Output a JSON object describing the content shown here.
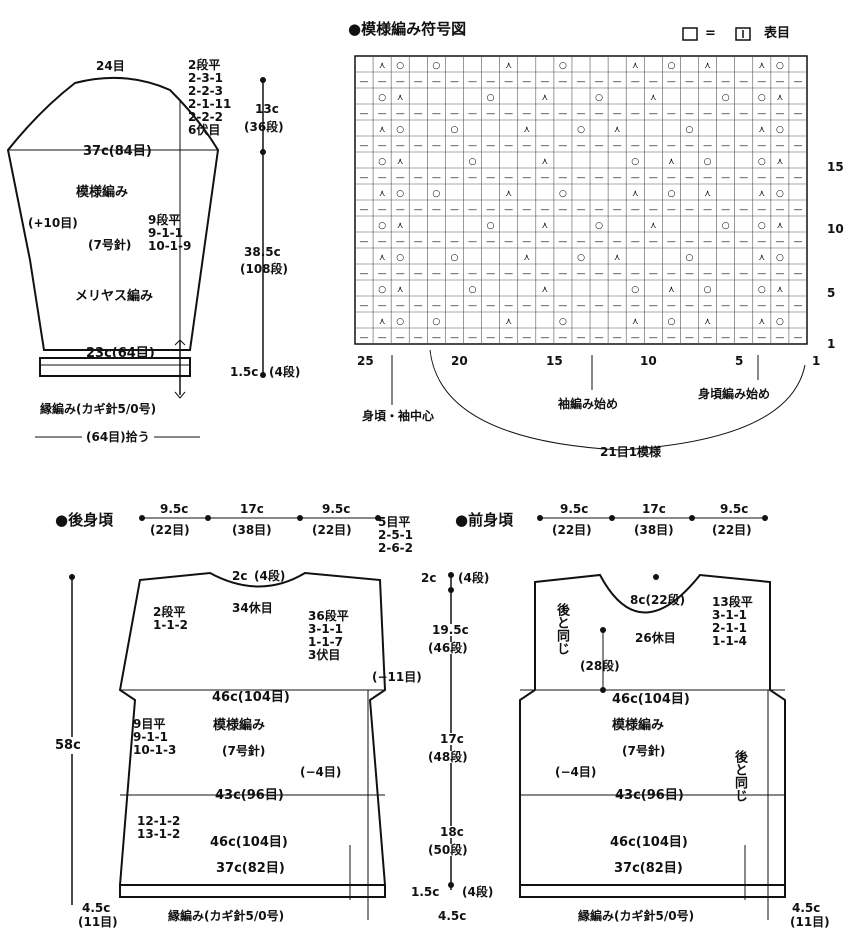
{
  "chart": {
    "title": "●模様編み符号図",
    "legend": "□ = ⊟ 表目",
    "col_labels": [
      "25",
      "20",
      "15",
      "10",
      "5",
      "1"
    ],
    "row_labels": [
      "15",
      "10",
      "5",
      "1"
    ],
    "start_front_center": "身頃・袖中心",
    "start_sleeve": "袖編み始め",
    "start_body": "身頃編み始め",
    "repeat": "21目1模様"
  },
  "sleeve": {
    "top_stitches": "24目",
    "cap_shaping": [
      "2段平",
      "2-3-1",
      "2-2-3",
      "2-1-11",
      "2-2-2",
      "6伏目"
    ],
    "cap_height": "13c",
    "cap_rows": "(36段)",
    "width_top": "37c(84目)",
    "pattern": "模様編み",
    "increase": "(+10目)",
    "needle": "(7号針)",
    "inc_shaping": [
      "9段平",
      "9-1-1",
      "10-1-9"
    ],
    "stockinette": "メリヤス編み",
    "length": "38.5c",
    "length_rows": "(108段)",
    "width_bottom": "23c(64目)",
    "edge_height": "1.5c",
    "edge_rows": "(4段)",
    "edging": "縁編み(カギ針5/0号)",
    "pickup": "(64目)拾う"
  },
  "back": {
    "title": "●後身頃",
    "top_left": "9.5c",
    "top_left_st": "(22目)",
    "top_mid": "17c",
    "top_mid_st": "(38目)",
    "top_right": "9.5c",
    "top_right_st": "(22目)",
    "shoulder": [
      "5目平",
      "2-5-1",
      "2-6-2"
    ],
    "neck_depth": "2c",
    "neck_rows": "(4段)",
    "neck_bind": "34休目",
    "left_neck": [
      "2段平",
      "1-1-2"
    ],
    "armhole": [
      "36段平",
      "3-1-1",
      "1-1-7",
      "3伏目"
    ],
    "armhole_dec": "(−11目)",
    "width_chest": "46c(104目)",
    "pattern": "模様編み",
    "needle": "(7号針)",
    "waist_shaping": [
      "9目平",
      "9-1-1",
      "10-1-3"
    ],
    "length": "58c",
    "waist_dec": "(−4目)",
    "width_waist": "43c(96目)",
    "hip_shaping": [
      "12-1-2",
      "13-1-2"
    ],
    "width_hip": "46c(104目)",
    "width_bottom": "37c(82目)",
    "edge_left": "4.5c",
    "edge_left_st": "(11目)",
    "edging": "縁編み(カギ針5/0号)"
  },
  "center_measures": {
    "neck": "2c",
    "neck_rows": "(4段)",
    "armhole": "19.5c",
    "armhole_rows": "(46段)",
    "waist": "17c",
    "waist_rows": "(48段)",
    "hip": "18c",
    "hip_rows": "(50段)",
    "edge": "1.5c",
    "edge_rows": "(4段)",
    "bottom": "4.5c"
  },
  "front": {
    "title": "●前身頃",
    "top_left": "9.5c",
    "top_left_st": "(22目)",
    "top_mid": "17c",
    "top_mid_st": "(38目)",
    "top_right": "9.5c",
    "top_right_st": "(22目)",
    "neck_depth": "8c(22段)",
    "neck_bind": "26休目",
    "neck_shaping": [
      "13段平",
      "3-1-1",
      "2-1-1",
      "1-1-4"
    ],
    "same_as_back": "後と同じ",
    "neck_rows": "(28段)",
    "width_chest": "46c(104目)",
    "pattern": "模様編み",
    "needle": "(7号針)",
    "waist_dec": "(−4目)",
    "width_waist": "43c(96目)",
    "same_as_back_right": "後と同じ",
    "width_hip": "46c(104目)",
    "width_bottom": "37c(82目)",
    "edge_right": "4.5c",
    "edge_right_st": "(11目)",
    "edging": "縁編み(カギ針5/0号)"
  }
}
